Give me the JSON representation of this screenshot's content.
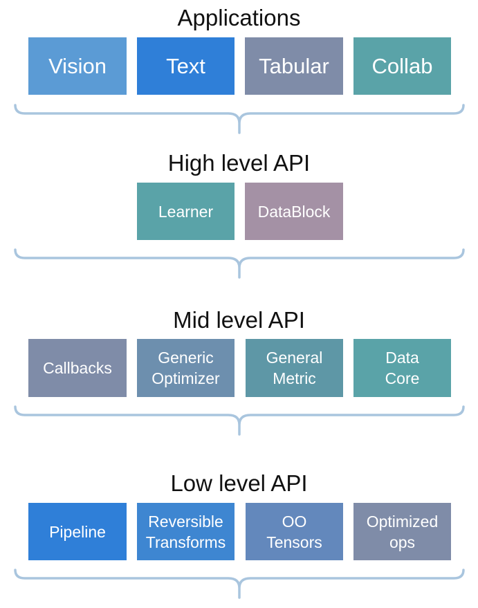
{
  "colors": {
    "light_blue": "#5b9bd5",
    "bright_blue": "#2f7fd8",
    "slate": "#7f8ca8",
    "teal": "#5aa3a8",
    "mauve": "#a491a5",
    "steel": "#6d8fae",
    "brace": "#a9c5de"
  },
  "layers": [
    {
      "title": "Applications",
      "boxes": [
        {
          "lines": [
            "Vision"
          ],
          "color": "#5b9bd5"
        },
        {
          "lines": [
            "Text"
          ],
          "color": "#2f7fd8"
        },
        {
          "lines": [
            "Tabular"
          ],
          "color": "#7f8ca8"
        },
        {
          "lines": [
            "Collab"
          ],
          "color": "#5aa3a8"
        }
      ]
    },
    {
      "title": "High level API",
      "boxes": [
        {
          "lines": [
            "Learner"
          ],
          "color": "#5aa3a8"
        },
        {
          "lines": [
            "DataBlock"
          ],
          "color": "#a491a5"
        }
      ]
    },
    {
      "title": "Mid level API",
      "boxes": [
        {
          "lines": [
            "Callbacks"
          ],
          "color": "#7f8ca8"
        },
        {
          "lines": [
            "Generic",
            "Optimizer"
          ],
          "color": "#6d8fae"
        },
        {
          "lines": [
            "General",
            "Metric"
          ],
          "color": "#5e97a6"
        },
        {
          "lines": [
            "Data",
            "Core"
          ],
          "color": "#5aa3a8"
        }
      ]
    },
    {
      "title": "Low level API",
      "boxes": [
        {
          "lines": [
            "Pipeline"
          ],
          "color": "#2f7fd8"
        },
        {
          "lines": [
            "Reversible",
            "Transforms"
          ],
          "color": "#3e86d1"
        },
        {
          "lines": [
            "OO",
            "Tensors"
          ],
          "color": "#6388bc"
        },
        {
          "lines": [
            "Optimized",
            "ops"
          ],
          "color": "#7f8ca8"
        }
      ]
    }
  ]
}
